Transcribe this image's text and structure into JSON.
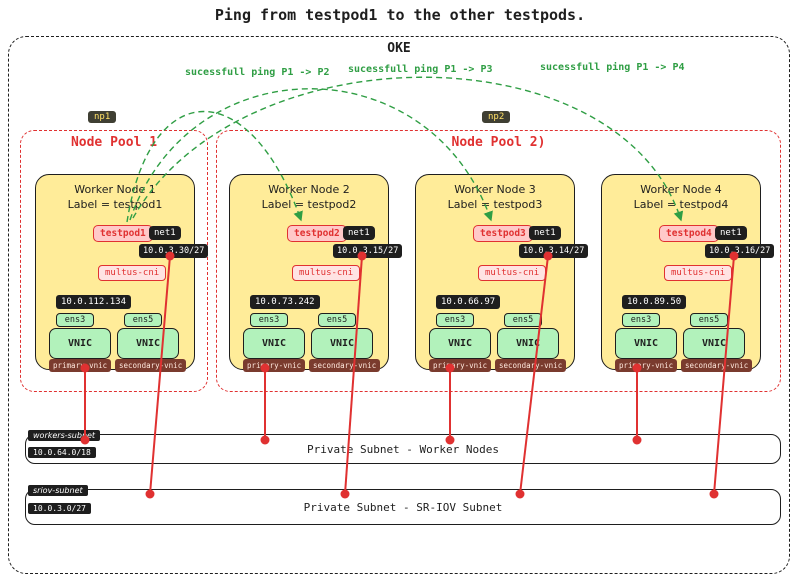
{
  "title": "Ping from testpod1 to the other testpods.",
  "oke": {
    "label": "OKE"
  },
  "ping_labels": [
    "sucessfull ping P1 -> P2",
    "sucessfull ping P1 -> P3",
    "sucessfull ping P1 -> P4"
  ],
  "node_pools": [
    {
      "badge": "np1",
      "label": "Node Pool 1"
    },
    {
      "badge": "np2",
      "label": "Node Pool 2)"
    }
  ],
  "worker_nodes": [
    {
      "title": "Worker Node 1",
      "label_line": "Label = testpod1",
      "pod": "testpod1",
      "net": "net1",
      "sriov_ip": "10.0.3.30/27",
      "cni": "multus-cni",
      "node_ip": "10.0.112.134",
      "if1": "ens3",
      "if2": "ens5",
      "vnic1": "VNIC",
      "vnic2": "VNIC",
      "primary": "primary-vnic",
      "secondary": "secondary-vnic"
    },
    {
      "title": "Worker Node 2",
      "label_line": "Label = testpod2",
      "pod": "testpod2",
      "net": "net1",
      "sriov_ip": "10.0.3.15/27",
      "cni": "multus-cni",
      "node_ip": "10.0.73.242",
      "if1": "ens3",
      "if2": "ens5",
      "vnic1": "VNIC",
      "vnic2": "VNIC",
      "primary": "primary-vnic",
      "secondary": "secondary-vnic"
    },
    {
      "title": "Worker Node 3",
      "label_line": "Label = testpod3",
      "pod": "testpod3",
      "net": "net1",
      "sriov_ip": "10.0.3.14/27",
      "cni": "multus-cni",
      "node_ip": "10.0.66.97",
      "if1": "ens3",
      "if2": "ens5",
      "vnic1": "VNIC",
      "vnic2": "VNIC",
      "primary": "primary-vnic",
      "secondary": "secondary-vnic"
    },
    {
      "title": "Worker Node 4",
      "label_line": "Label = testpod4",
      "pod": "testpod4",
      "net": "net1",
      "sriov_ip": "10.0.3.16/27",
      "cni": "multus-cni",
      "node_ip": "10.0.89.50",
      "if1": "ens3",
      "if2": "ens5",
      "vnic1": "VNIC",
      "vnic2": "VNIC",
      "primary": "primary-vnic",
      "secondary": "secondary-vnic"
    }
  ],
  "subnets": [
    {
      "name": "workers-subnet",
      "cidr": "10.0.64.0/18",
      "label": "Private Subnet - Worker Nodes"
    },
    {
      "name": "sriov-subnet",
      "cidr": "10.0.3.0/27",
      "label": "Private Subnet - SR-IOV Subnet"
    }
  ],
  "colors": {
    "red": "#e03131",
    "green": "#2f9e44",
    "node_fill": "#ffec99",
    "vnic_fill": "#b2f2bb",
    "pod_fill": "#ffc9c9",
    "badge_dark": "#1e1e1e",
    "vnic_badge_brown": "#7a3b2e"
  }
}
